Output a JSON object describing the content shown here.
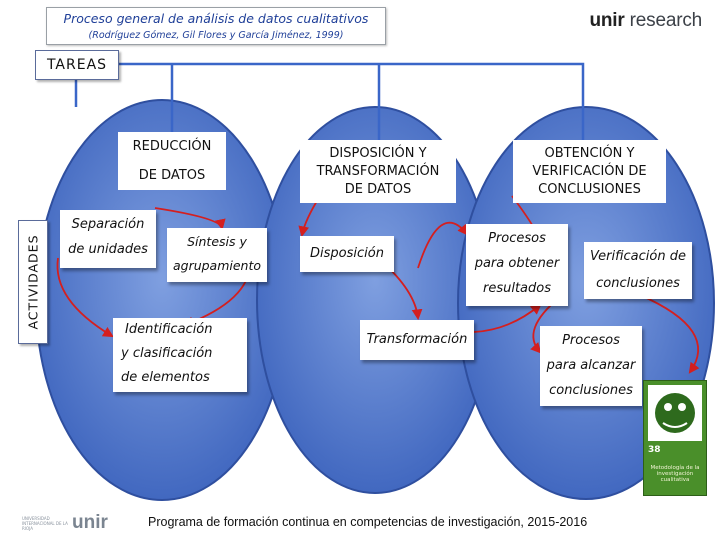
{
  "header": {
    "title": "Proceso general de análisis de datos cualitativos",
    "subtitle": "(Rodríguez Gómez, Gil Flores y García Jiménez, 1999)"
  },
  "logo": {
    "brand": "unir",
    "word": "research"
  },
  "tareas_label": "TAREAS",
  "actividades_label": "ACTIVIDADES",
  "tasks": [
    {
      "lines": [
        "REDUCCIÓN",
        "DE DATOS"
      ]
    },
    {
      "lines": [
        "DISPOSICIÓN Y",
        "TRANSFORMACIÓN",
        "DE DATOS"
      ]
    },
    {
      "lines": [
        "OBTENCIÓN Y",
        "VERIFICACIÓN DE",
        "CONCLUSIONES"
      ]
    }
  ],
  "activities": {
    "separacion": [
      "Separación",
      "de unidades"
    ],
    "sintesis": [
      "Síntesis y",
      "agrupamiento"
    ],
    "identificacion": [
      "Identificación",
      "y clasificación",
      "de elementos"
    ],
    "disposicion": "Disposición",
    "transformacion": "Transformación",
    "procesos_obtener": [
      "Procesos",
      "para obtener",
      "resultados"
    ],
    "verificacion": [
      "Verificación de",
      "conclusiones"
    ],
    "procesos_alcanzar": [
      "Procesos",
      "para alcanzar",
      "conclusiones"
    ]
  },
  "footer": {
    "text": "Programa de formación continua en competencias de investigación, 2015-2016",
    "unir_logo": "unir",
    "unir_small": "UNIVERSIDAD INTERNACIONAL DE LA RIOJA"
  },
  "book": {
    "caption": "Metodología de la investigación cualitativa",
    "number": "38"
  },
  "colors": {
    "ellipse_fill": "#4d74c9",
    "ellipse_stroke": "#2f4f9f",
    "connector": "#3a66c8",
    "arrow": "#d41f1f",
    "title_text": "#1f3f98",
    "book_green": "#4a8f2a"
  }
}
